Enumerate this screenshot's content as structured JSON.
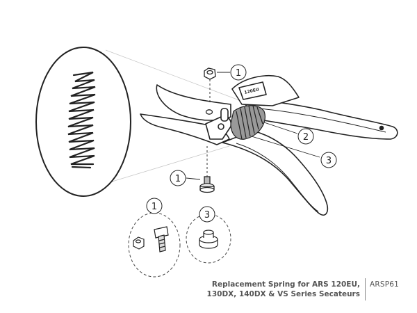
{
  "callouts": {
    "nut_top": "1",
    "spring": "2",
    "cushion": "3",
    "bolt": "1",
    "detail_screws": "1",
    "detail_cushion": "3"
  },
  "brand_label": "120EU",
  "caption": {
    "line1": "Replacement Spring for ARS 120EU,",
    "line2": "130DX, 140DX & VS Series Secateurs",
    "code": "ARSP61"
  }
}
